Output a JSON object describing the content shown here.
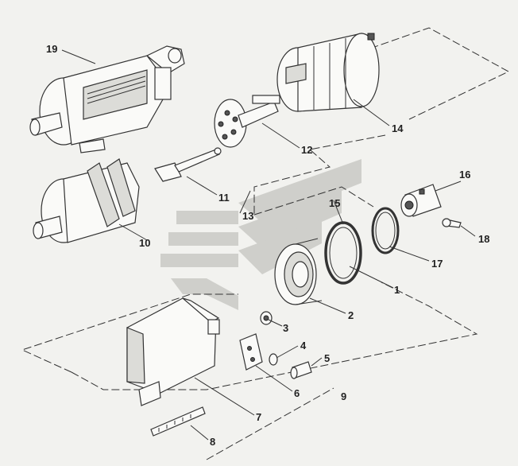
{
  "diagram": {
    "type": "exploded-parts-view",
    "callouts": {
      "p1": "1",
      "p2": "2",
      "p3": "3",
      "p4": "4",
      "p5": "5",
      "p6": "6",
      "p7": "7",
      "p8": "8",
      "p9": "9",
      "p10": "10",
      "p11": "11",
      "p12": "12",
      "p13": "13",
      "p14": "14",
      "p15": "15",
      "p16": "16",
      "p17": "17",
      "p18": "18",
      "p19": "19"
    },
    "colors": {
      "background": "#f2f2ef",
      "line": "#333333",
      "watermark": "#cfcfcb"
    }
  }
}
